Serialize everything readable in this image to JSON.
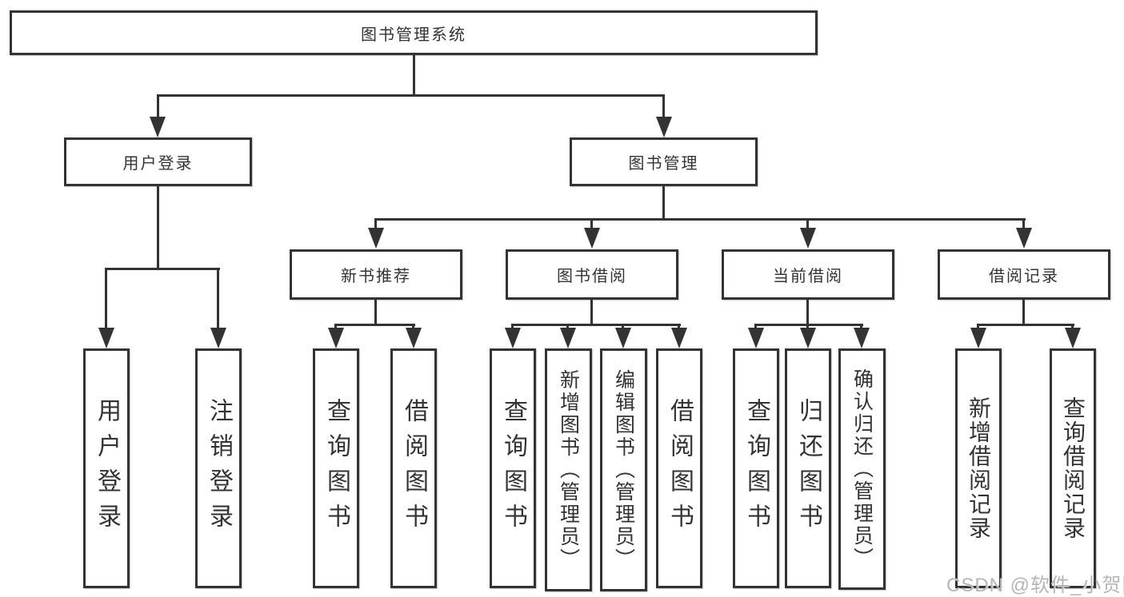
{
  "colors": {
    "line": "#333333",
    "text": "#333333",
    "background": "#ffffff",
    "watermark": "#b5b5b5"
  },
  "diagram": {
    "root": {
      "label": "图书管理系统"
    },
    "level2": [
      {
        "label": "用户登录"
      },
      {
        "label": "图书管理"
      }
    ],
    "level3": [
      {
        "label": "新书推荐"
      },
      {
        "label": "图书借阅"
      },
      {
        "label": "当前借阅"
      },
      {
        "label": "借阅记录"
      }
    ],
    "leaves": [
      {
        "label": "用户登录"
      },
      {
        "label": "注销登录"
      },
      {
        "label": "查询图书"
      },
      {
        "label": "借阅图书"
      },
      {
        "label": "查询图书"
      },
      {
        "label": "新增图书（管理员）"
      },
      {
        "label": "编辑图书（管理员）"
      },
      {
        "label": "借阅图书"
      },
      {
        "label": "查询图书"
      },
      {
        "label": "归还图书"
      },
      {
        "label": "确认归还（管理员）"
      },
      {
        "label": "新增借阅记录"
      },
      {
        "label": "查询借阅记录"
      }
    ]
  },
  "watermark": {
    "text": "CSDN @软件_小贺同学"
  }
}
